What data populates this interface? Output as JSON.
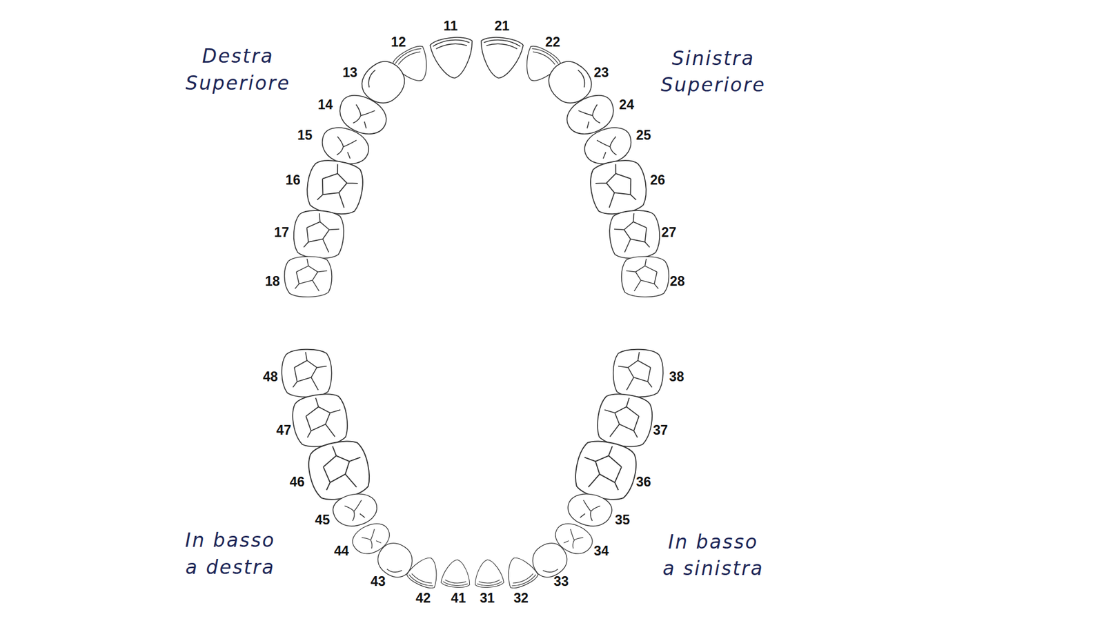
{
  "diagram": {
    "labels": [
      "Destra Superiore",
      "Sinistra Superiore",
      "11",
      "21",
      "12",
      "22",
      "13",
      "23",
      "14",
      "24",
      "15",
      "25",
      "16",
      "26",
      "17",
      "27",
      "18",
      "28",
      "48",
      "38",
      "47",
      "37",
      "46",
      "36",
      "45",
      "35",
      "44",
      "34",
      "43",
      "33",
      "42",
      "32",
      "41",
      "31",
      "In basso a destra",
      "In basso a sinistra"
    ]
  }
}
